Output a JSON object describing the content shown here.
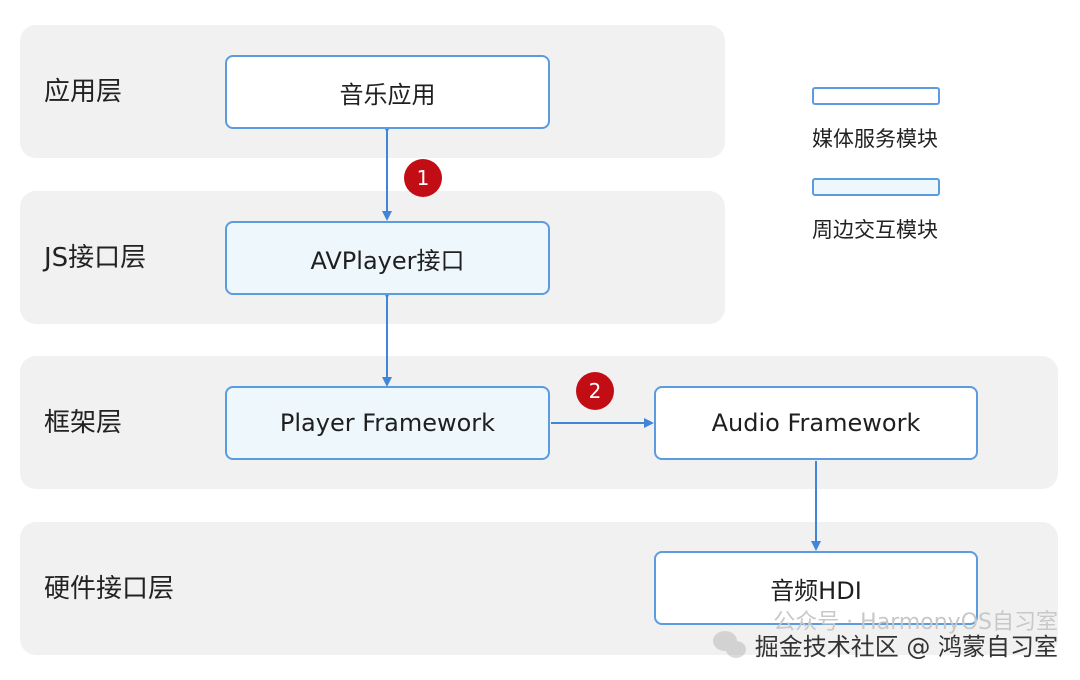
{
  "layers": [
    {
      "label": "应用层"
    },
    {
      "label": "JS接口层"
    },
    {
      "label": "框架层"
    },
    {
      "label": "硬件接口层"
    }
  ],
  "boxes": {
    "music_app": "音乐应用",
    "avplayer": "AVPlayer接口",
    "player_framework": "Player Framework",
    "audio_framework": "Audio Framework",
    "audio_hdi": "音频HDI"
  },
  "badges": {
    "one": "1",
    "two": "2"
  },
  "legend": {
    "media_service": "媒体服务模块",
    "peripheral": "周边交互模块"
  },
  "watermark": {
    "faint_text": "公众号 · HarmonyOS自习室",
    "text": "掘金技术社区 @ 鸿蒙自习室"
  },
  "colors": {
    "accent_border": "#5b9be0",
    "badge": "#c30d14",
    "layer_bg": "#f1f1f1",
    "periph_fill": "#eef7fc"
  }
}
